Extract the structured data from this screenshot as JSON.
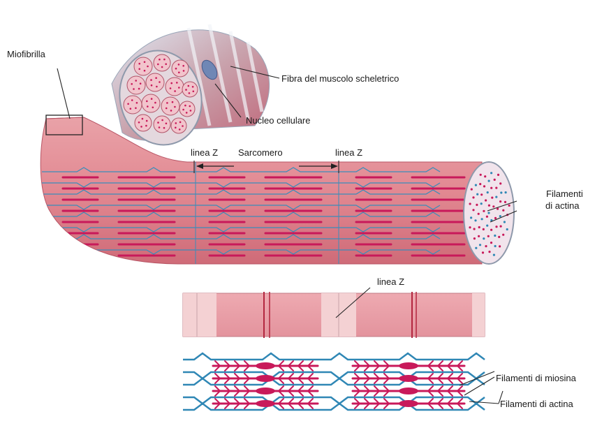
{
  "labels": {
    "miofibrilla": "Miofibrilla",
    "fibra": "Fibra del muscolo scheletrico",
    "nucleo": "Nucleo cellulare",
    "linea_z_left": "linea Z",
    "sarcomero": "Sarcomero",
    "linea_z_right": "linea Z",
    "filamenti_actina_top_1": "Filamenti",
    "filamenti_actina_top_2": "di actina",
    "linea_z_band": "linea Z",
    "filamenti_miosina": "Filamenti di miosina",
    "filamenti_actina_bottom": "Filamenti di actina"
  },
  "colors": {
    "muscle": "#e08a93",
    "muscle_dark": "#c65b6a",
    "myosin": "#c8195a",
    "actin": "#2f87b5",
    "band_light": "#f3c9c9",
    "band_dark": "#e39aa3",
    "sheath": "#b8c7da"
  }
}
